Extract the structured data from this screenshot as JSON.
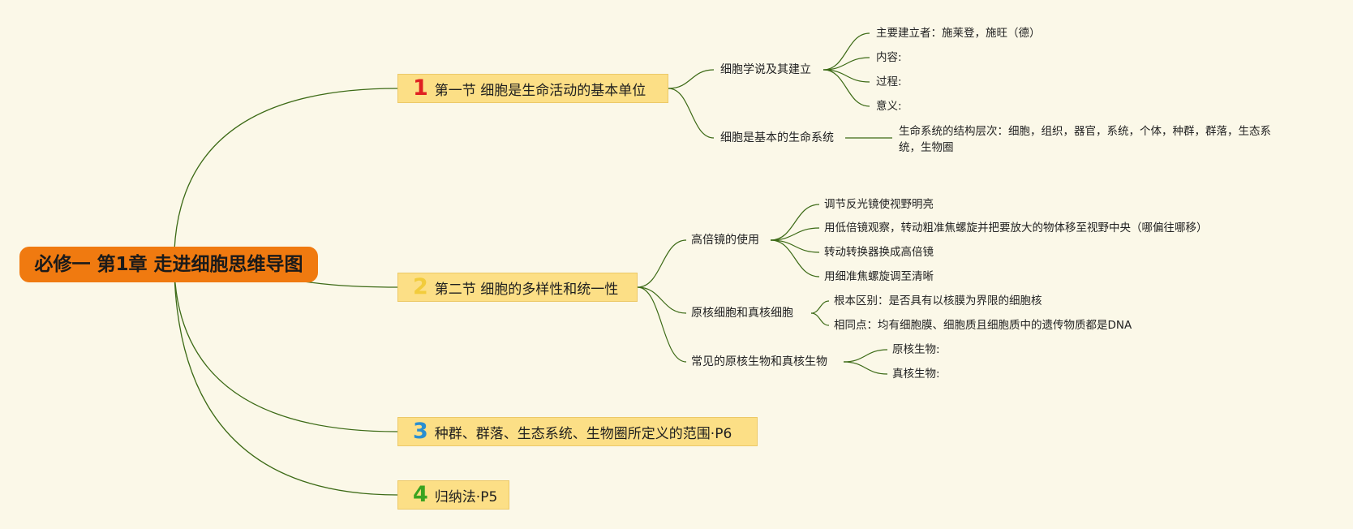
{
  "title": "必修一 第1章 走进细胞思维导图",
  "colors": {
    "background": "#fbf8e8",
    "root": "#f07a10",
    "topic_fill": "#fcdf86",
    "branch_line": "#3c6a16",
    "num_1": "#e02020",
    "num_2": "#f2cc3c",
    "num_3": "#2a8fd0",
    "num_4": "#3aa320"
  },
  "topics": [
    {
      "num": "1",
      "label": "第一节 细胞是生命活动的基本单位",
      "subs": [
        {
          "label": "细胞学说及其建立",
          "leaves": [
            "主要建立者：施莱登，施旺（德）",
            "内容:",
            "过程:",
            "意义:"
          ]
        },
        {
          "label": "细胞是基本的生命系统",
          "leaves": [
            "生命系统的结构层次：细胞，组织，器官，系统，个体，种群，群落，生态系统，生物圈"
          ]
        }
      ]
    },
    {
      "num": "2",
      "label": "第二节 细胞的多样性和统一性",
      "subs": [
        {
          "label": "高倍镜的使用",
          "leaves": [
            "调节反光镜使视野明亮",
            "用低倍镜观察，转动粗准焦螺旋并把要放大的物体移至视野中央（哪偏往哪移）",
            "转动转换器换成高倍镜",
            "用细准焦螺旋调至清晰"
          ]
        },
        {
          "label": "原核细胞和真核细胞",
          "leaves": [
            "根本区别：是否具有以核膜为界限的细胞核",
            "相同点：均有细胞膜、细胞质且细胞质中的遗传物质都是DNA"
          ]
        },
        {
          "label": "常见的原核生物和真核生物",
          "leaves": [
            "原核生物:",
            "真核生物:"
          ]
        }
      ]
    },
    {
      "num": "3",
      "label": "种群、群落、生态系统、生物圈所定义的范围·P6",
      "subs": []
    },
    {
      "num": "4",
      "label": "归纳法·P5",
      "subs": []
    }
  ]
}
